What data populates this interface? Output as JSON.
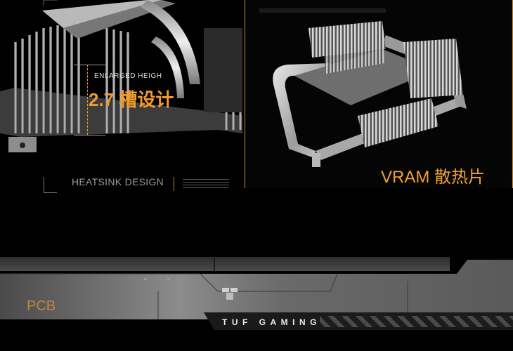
{
  "heatsink": {
    "enlarged_label": "ENLARGED HEIGH",
    "height_label": "2.7 槽设计",
    "design_label": "HEATSINK DESIGN"
  },
  "vram": {
    "label": "VRAM 散热片"
  },
  "pcb": {
    "label": "PCB"
  },
  "brand": {
    "tuf_label": "TUF GAMING"
  },
  "colors": {
    "accent": "#f0a030",
    "panel_border": "#c98a34",
    "background": "#000000"
  }
}
